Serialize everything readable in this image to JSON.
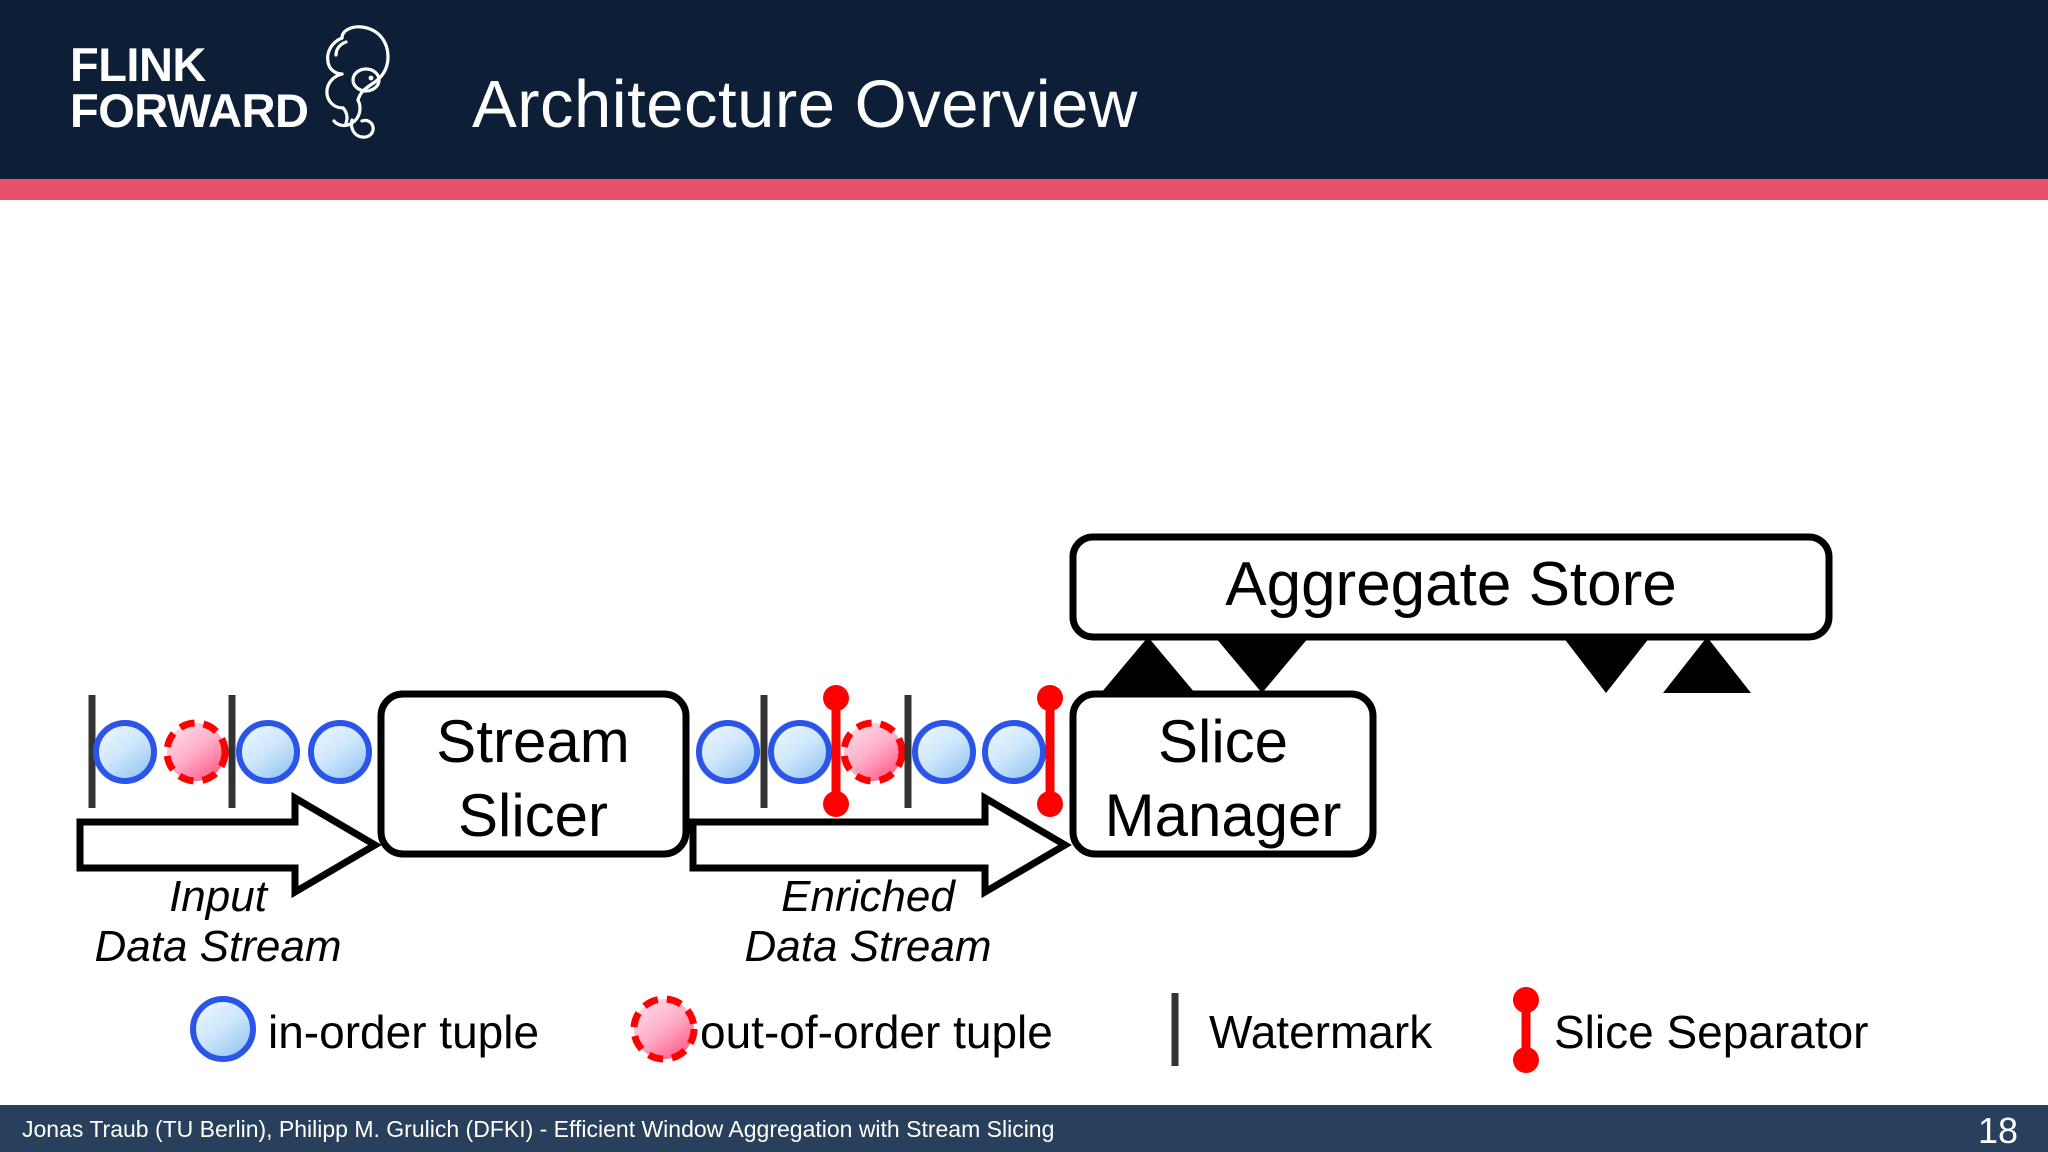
{
  "header": {
    "logo": {
      "line1": "FLINK",
      "line2": "FORWARD",
      "icon": "squirrel-logo"
    },
    "title": "Architecture Overview",
    "bg_color": "#0d1f36",
    "accent_color": "#e8506b"
  },
  "diagram": {
    "boxes": [
      {
        "id": "stream-slicer",
        "line1": "Stream",
        "line2": "Slicer"
      },
      {
        "id": "slice-manager",
        "line1": "Slice",
        "line2": "Manager"
      },
      {
        "id": "aggregate-store",
        "line1": "Aggregate Store",
        "line2": ""
      }
    ],
    "stream_labels": [
      {
        "id": "input-stream",
        "line1": "Input",
        "line2": "Data Stream"
      },
      {
        "id": "enriched-stream",
        "line1": "Enriched",
        "line2": "Data Stream"
      }
    ],
    "input_stream_sequence": [
      "watermark",
      "in-order",
      "out-of-order",
      "watermark",
      "in-order",
      "in-order"
    ],
    "enriched_stream_sequence": [
      "in-order",
      "watermark",
      "in-order",
      "slice-separator",
      "out-of-order",
      "watermark",
      "in-order",
      "in-order",
      "slice-separator"
    ],
    "aggregate_arrows": [
      "up",
      "down",
      "down",
      "up"
    ],
    "colors": {
      "in_order_stroke": "#2b55e8",
      "in_order_fill_light": "#eaf4ff",
      "in_order_fill_dark": "#9fccf5",
      "out_of_order_stroke": "#ff0000",
      "out_of_order_fill_light": "#ffd6e4",
      "out_of_order_fill_dark": "#ff7aa2",
      "watermark": "#333333",
      "slice_separator": "#ff0000",
      "box_stroke": "#000000"
    }
  },
  "legend": {
    "items": [
      {
        "icon": "in-order-tuple-icon",
        "label": "in-order tuple"
      },
      {
        "icon": "out-of-order-tuple-icon",
        "label": "out-of-order tuple"
      },
      {
        "icon": "watermark-icon",
        "label": "Watermark"
      },
      {
        "icon": "slice-separator-icon",
        "label": "Slice Separator"
      }
    ]
  },
  "footer": {
    "text": "Jonas Traub (TU Berlin), Philipp M. Grulich (DFKI) - Efficient Window Aggregation with Stream Slicing",
    "page_number": "18",
    "bg_color": "#28405c"
  }
}
